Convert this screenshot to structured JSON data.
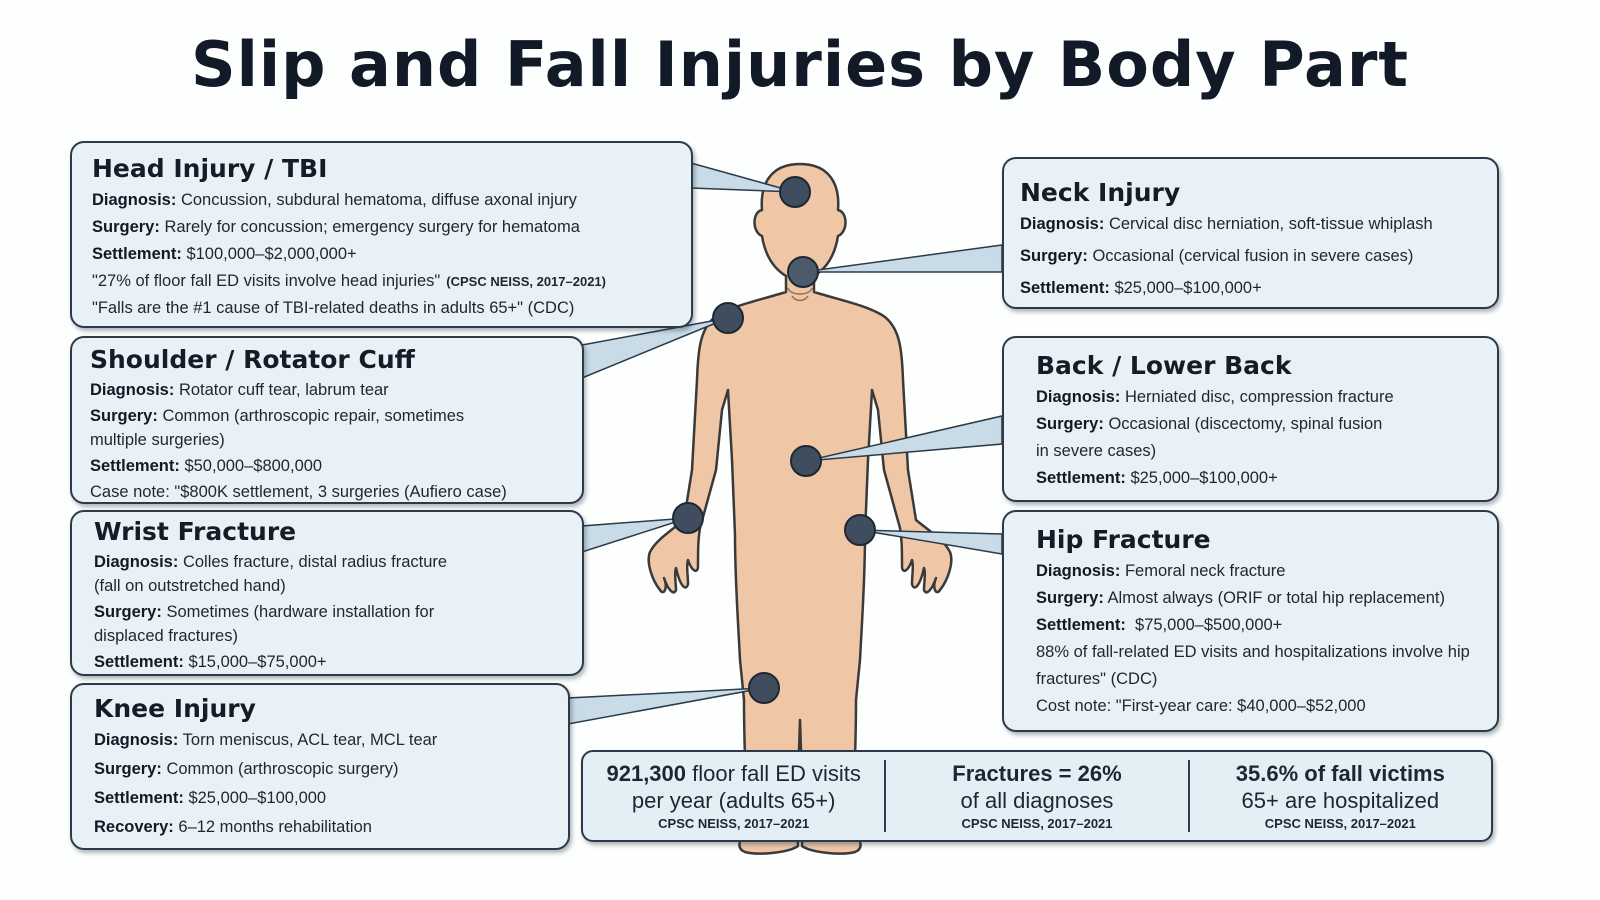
{
  "title": "Slip and Fall Injuries by Body Part",
  "colors": {
    "skin": "#f0c7a6",
    "skin_outline": "#3a3a3a",
    "marker": "#3f4d5e",
    "card_bg": "#e9f1f6",
    "card_border": "#2c3b4a",
    "pointer": "#c9dbe6"
  },
  "cards": {
    "head": {
      "title": "Head Injury / TBI",
      "diagnosis_label": "Diagnosis:",
      "diagnosis": "Concussion, subdural hematoma, diffuse axonal injury",
      "surgery_label": "Surgery:",
      "surgery": "Rarely for concussion; emergency surgery for hematoma",
      "settlement_label": "Settlement:",
      "settlement": "$100,000–$2,000,000+",
      "quote1": "\"27% of floor fall ED visits involve head injuries\"",
      "quote1_source": "(CPSC NEISS, 2017–2021)",
      "quote2": "\"Falls are the #1 cause of TBI-related deaths in adults 65+\" (CDC)"
    },
    "shoulder": {
      "title": "Shoulder / Rotator Cuff",
      "diagnosis_label": "Diagnosis:",
      "diagnosis": "Rotator cuff tear, labrum tear",
      "surgery_label": "Surgery:",
      "surgery_line1": "Common (arthroscopic repair, sometimes",
      "surgery_line2": "multiple surgeries)",
      "settlement_label": "Settlement:",
      "settlement": "$50,000–$800,000",
      "case_note": "Case note: \"$800K settlement, 3 surgeries (Aufiero case)"
    },
    "wrist": {
      "title": "Wrist Fracture",
      "diagnosis_label": "Diagnosis:",
      "diagnosis_line1": "Colles fracture, distal radius fracture",
      "diagnosis_line2": "(fall on outstretched hand)",
      "surgery_label": "Surgery:",
      "surgery_line1": "Sometimes (hardware installation for",
      "surgery_line2": "displaced fractures)",
      "settlement_label": "Settlement:",
      "settlement": "$15,000–$75,000+"
    },
    "knee": {
      "title": "Knee Injury",
      "diagnosis_label": "Diagnosis:",
      "diagnosis": "Torn meniscus, ACL tear, MCL tear",
      "surgery_label": "Surgery:",
      "surgery": "Common (arthroscopic surgery)",
      "settlement_label": "Settlement:",
      "settlement": "$25,000–$100,000",
      "recovery_label": "Recovery:",
      "recovery": "6–12 months rehabilitation"
    },
    "neck": {
      "title": "Neck Injury",
      "diagnosis_label": "Diagnosis:",
      "diagnosis": "Cervical disc herniation, soft-tissue whiplash",
      "surgery_label": "Surgery:",
      "surgery": "Occasional (cervical fusion in severe cases)",
      "settlement_label": "Settlement:",
      "settlement": "$25,000–$100,000+"
    },
    "back": {
      "title": "Back / Lower Back",
      "diagnosis_label": "Diagnosis:",
      "diagnosis": "Herniated disc, compression fracture",
      "surgery_label": "Surgery:",
      "surgery_line1": "Occasional (discectomy, spinal fusion",
      "surgery_line2": "in severe cases)",
      "settlement_label": "Settlement:",
      "settlement": "$25,000–$100,000+"
    },
    "hip": {
      "title": "Hip Fracture",
      "diagnosis_label": "Diagnosis:",
      "diagnosis": "Femoral neck fracture",
      "surgery_label": "Surgery:",
      "surgery": "Almost always (ORIF or total hip replacement)",
      "settlement_label": "Settlement:",
      "settlement": "$75,000–$500,000+",
      "stat_line1": "88% of fall-related ED visits and hospitalizations involve hip",
      "stat_line2": "fractures\" (CDC)",
      "cost_note": "Cost note: \"First-year care: $40,000–$52,000"
    }
  },
  "stats": [
    {
      "strong": "921,300",
      "text1": " floor fall ED visits",
      "text2": "per year (adults 65+)",
      "source": "CPSC NEISS, 2017–2021"
    },
    {
      "strong": "Fractures = 26%",
      "text1": "",
      "text2": "of all diagnoses",
      "source": "CPSC NEISS, 2017–2021"
    },
    {
      "strong": "35.6% of fall victims",
      "text1": "",
      "text2": "65+ are hospitalized",
      "source": "CPSC NEISS, 2017–2021"
    }
  ]
}
